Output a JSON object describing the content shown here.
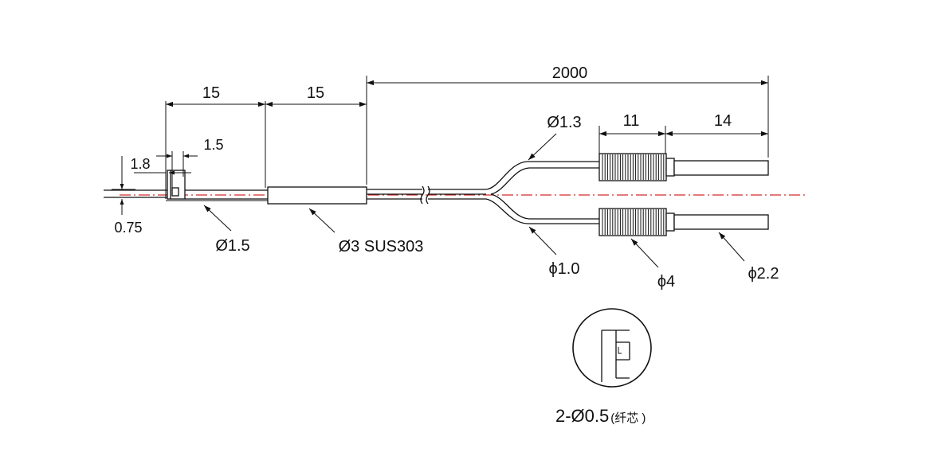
{
  "dimensions": {
    "head_length": "15",
    "sleeve_length": "15",
    "total_length": "2000",
    "knurl_length": "11",
    "tip_length": "14",
    "slot_width": "1.5",
    "slot_depth": "1.8",
    "offset": "0.75"
  },
  "labels": {
    "head_diameter": "Ø1.5",
    "sleeve": "Ø3 SUS303",
    "fiber_upper": "Ø1.3",
    "fiber_lower": "ϕ1.0",
    "connector_knurl": "ϕ4",
    "connector_tip": "ϕ2.2"
  },
  "detail": {
    "label_main": "2-Ø0.5",
    "label_note": "(纤芯 )"
  },
  "colors": {
    "centerline": "#d42a2a",
    "line": "#111111"
  }
}
